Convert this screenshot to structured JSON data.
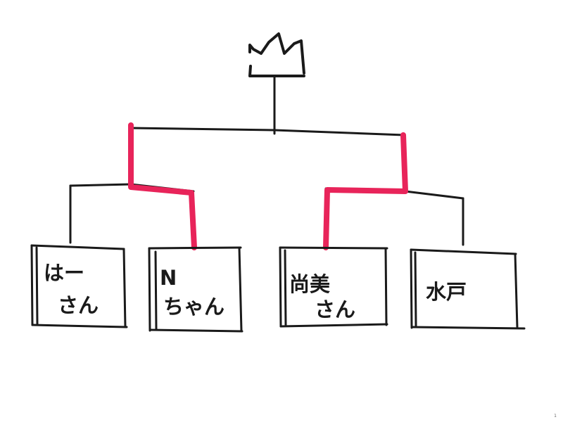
{
  "bracket": {
    "entrants": [
      {
        "lines": [
          "はー",
          "さん"
        ]
      },
      {
        "lines": [
          "N",
          "ちゃん"
        ]
      },
      {
        "lines": [
          "尚美",
          "さん"
        ]
      },
      {
        "lines": [
          "水戸"
        ]
      }
    ],
    "advancing": [
      "Nちゃん",
      "尚美さん"
    ]
  },
  "page_number": "1",
  "colors": {
    "ink": "#1a1a1a",
    "winner_path": "#e8245a",
    "background": "#ffffff"
  }
}
